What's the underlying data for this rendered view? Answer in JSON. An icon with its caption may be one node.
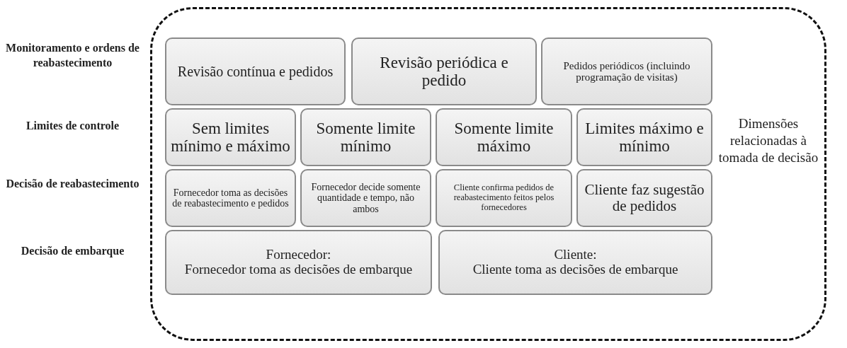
{
  "diagram": {
    "nodes": [
      {
        "text": [
          "Dimensões relacionadas à tomada de decisão"
        ]
      },
      {
        "text": [
          "Revisão contínua e pedidos"
        ],
        "in": 0
      },
      {
        "text": [
          "Revisão periódica e pedido"
        ],
        "in": 0
      },
      {
        "text": [
          "Pedidos periódicos (incluindo programação de visitas)"
        ],
        "in": 0
      },
      {
        "text": [
          "Sem limites mínimo e máximo"
        ],
        "in": 0
      },
      {
        "text": [
          "Somente limite mínimo"
        ],
        "in": 0
      },
      {
        "text": [
          "Somente limite máximo"
        ],
        "in": 0
      },
      {
        "text": [
          "Limites máximo e mínimo"
        ],
        "in": 0
      },
      {
        "text": [
          "Fornecedor toma as decisões de reabastecimento e pedidos"
        ],
        "in": 0
      },
      {
        "text": [
          "Fornecedor decide somente quantidade e tempo, não ambos"
        ],
        "in": 0
      },
      {
        "text": [
          "Cliente confirma pedidos de reabastecimento feitos pelos fornecedores"
        ],
        "in": 0
      },
      {
        "text": [
          "Cliente faz sugestão de pedidos"
        ],
        "in": 0
      },
      {
        "text": [
          "Fornecedor:",
          "Fornecedor toma as decisões de embarque"
        ],
        "in": 0
      },
      {
        "text": [
          "Cliente:",
          "Cliente toma as decisões de embarque"
        ],
        "in": 0
      }
    ],
    "labels": [
      "Monitoramento e ordens de reabastecimento",
      "Limites de controle",
      "Decisão de reabastecimento",
      "Decisão de embarque"
    ]
  }
}
